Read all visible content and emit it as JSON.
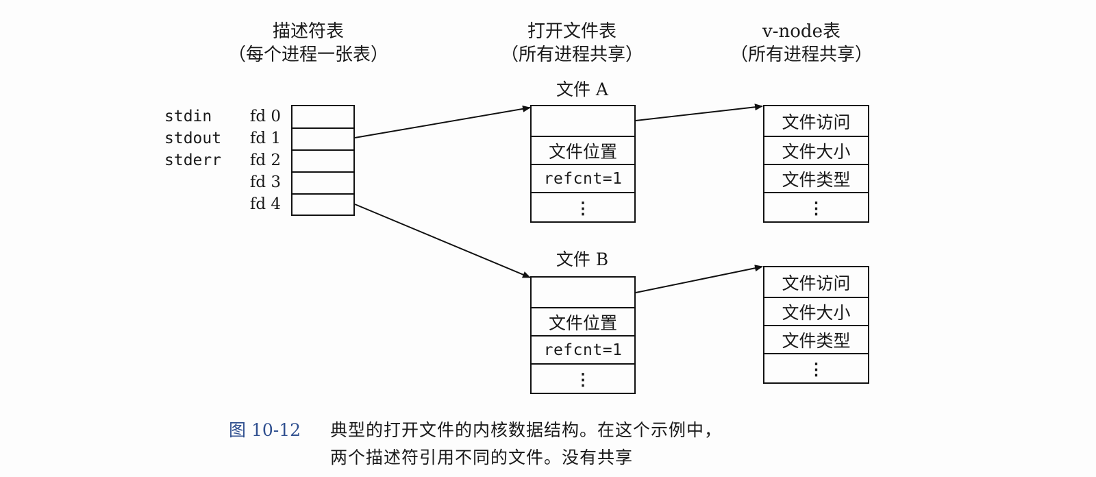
{
  "columns": {
    "descriptor": {
      "title": "描述符表",
      "subtitle": "（每个进程一张表）"
    },
    "open_file": {
      "title": "打开文件表",
      "subtitle": "（所有进程共享）"
    },
    "vnode": {
      "title": "v-node表",
      "subtitle": "（所有进程共享）"
    }
  },
  "descriptor_table": {
    "rows": [
      {
        "stream": "stdin",
        "fd": "fd 0"
      },
      {
        "stream": "stdout",
        "fd": "fd 1"
      },
      {
        "stream": "stderr",
        "fd": "fd 2"
      },
      {
        "stream": "",
        "fd": "fd 3"
      },
      {
        "stream": "",
        "fd": "fd 4"
      }
    ]
  },
  "open_files": [
    {
      "label": "文件 A",
      "cells": [
        "",
        "文件位置",
        "refcnt=1",
        "⋮"
      ]
    },
    {
      "label": "文件 B",
      "cells": [
        "",
        "文件位置",
        "refcnt=1",
        "⋮"
      ]
    }
  ],
  "vnodes": [
    {
      "cells": [
        "文件访问",
        "文件大小",
        "文件类型",
        "⋮"
      ]
    },
    {
      "cells": [
        "文件访问",
        "文件大小",
        "文件类型",
        "⋮"
      ]
    }
  ],
  "caption": {
    "number": "图 10-12",
    "line1": "典型的打开文件的内核数据结构。在这个示例中，",
    "line2": "两个描述符引用不同的文件。没有共享",
    "number_color": "#2f4f8f"
  },
  "connections": [
    {
      "from": "fd 1",
      "to": "文件 A"
    },
    {
      "from": "fd 4",
      "to": "文件 B"
    },
    {
      "from": "文件 A",
      "to": "v-node"
    },
    {
      "from": "文件 B",
      "to": "v-node"
    }
  ]
}
